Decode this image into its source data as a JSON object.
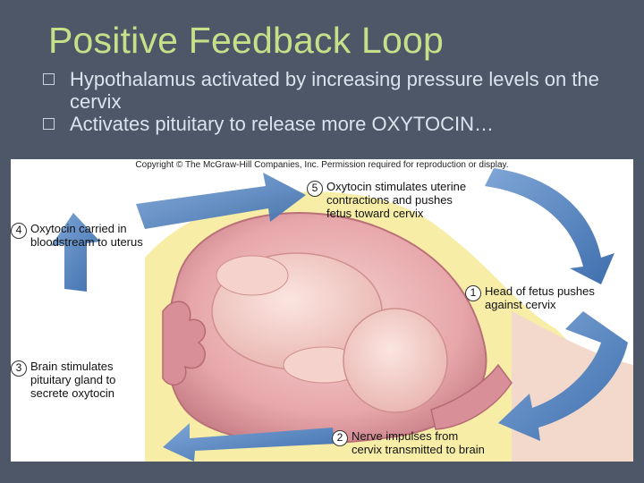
{
  "slide": {
    "title": "Positive Feedback Loop",
    "bullets": [
      "Hypothalamus activated by increasing pressure levels on the cervix",
      "Activates pituitary to release more OXYTOCIN…"
    ]
  },
  "figure": {
    "copyright": "Copyright © The McGraw-Hill Companies, Inc. Permission required for reproduction or display.",
    "steps": [
      {
        "num": "1",
        "text": "Head of fetus pushes\nagainst cervix"
      },
      {
        "num": "2",
        "text": "Nerve impulses from\ncervix transmitted to brain"
      },
      {
        "num": "3",
        "text": "Brain stimulates\npituitary gland to\nsecrete oxytocin"
      },
      {
        "num": "4",
        "text": "Oxytocin carried in\nbloodstream to uterus"
      },
      {
        "num": "5",
        "text": "Oxytocin stimulates uterine\ncontractions and pushes\nfetus toward cervix"
      }
    ]
  },
  "colors": {
    "background": "#4d5767",
    "title": "#c6e08a",
    "bullet_text": "#d9e4ee",
    "arrow": "#5b8ac6",
    "tissue": "#e8b0b4"
  }
}
